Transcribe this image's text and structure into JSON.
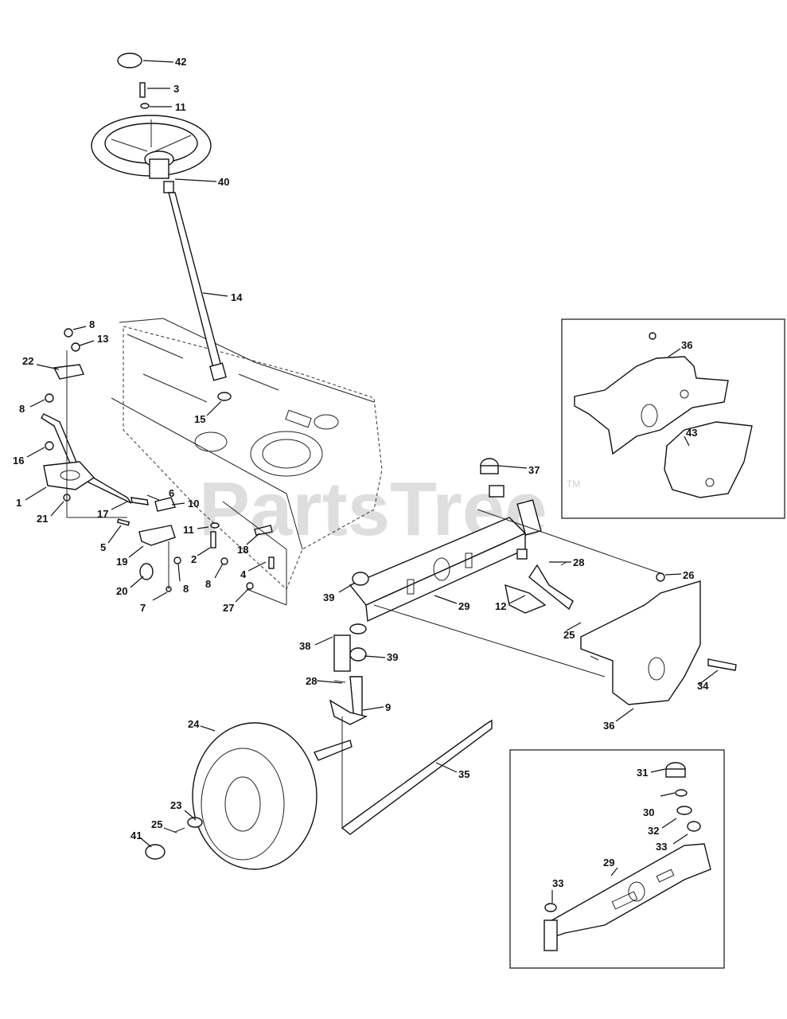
{
  "watermark": {
    "text": "PartsTree",
    "trademark": "TM"
  },
  "main_callouts": [
    "42",
    "3",
    "11",
    "40",
    "14",
    "8",
    "13",
    "22",
    "15",
    "8",
    "16",
    "1",
    "21",
    "17",
    "6",
    "10",
    "11",
    "5",
    "19",
    "2",
    "18",
    "4",
    "20",
    "8",
    "8",
    "7",
    "27",
    "37",
    "28",
    "39",
    "29",
    "12",
    "25",
    "26",
    "38",
    "39",
    "34",
    "28",
    "9",
    "36",
    "24",
    "35",
    "23",
    "25",
    "41"
  ],
  "inset_top": {
    "callouts": [
      "36",
      "43"
    ]
  },
  "inset_bottom": {
    "callouts": [
      "31",
      "30",
      "32",
      "33",
      "29",
      "33"
    ]
  }
}
